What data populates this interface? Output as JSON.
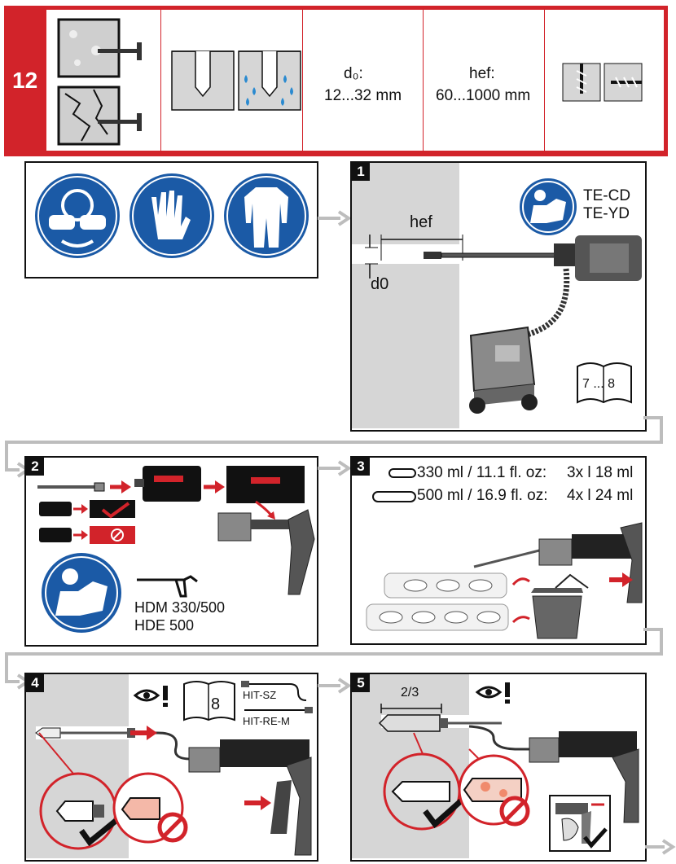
{
  "header": {
    "section_number": "12",
    "d0_label": "d₀:",
    "d0_value": "12...32 mm",
    "hef_label": "hef:",
    "hef_value": "60...1000 mm"
  },
  "step1": {
    "number": "1",
    "tools_line1": "TE-CD",
    "tools_line2": "TE-YD",
    "hef_label": "hef",
    "d0_label": "d0",
    "book_pages": "7 ... 8"
  },
  "step2": {
    "number": "2",
    "dispensers_line1": "HDM 330/500",
    "dispensers_line2": "HDE 500"
  },
  "step3": {
    "number": "3",
    "row1_size": "330 ml / 11.1 fl. oz:",
    "row1_discard": "3x l 18 ml",
    "row2_size": "500 ml / 16.9 fl. oz:",
    "row2_discard": "4x l 24 ml"
  },
  "step4": {
    "number": "4",
    "book_page": "8",
    "accessory1": "HIT-SZ",
    "accessory2": "HIT-RE-M"
  },
  "step5": {
    "number": "5",
    "fill_fraction": "2/3"
  },
  "colors": {
    "brand_red": "#d2232a",
    "safety_blue": "#1b5aa6",
    "concrete": "#d6d6d6",
    "arrow_grey": "#bdbdbd"
  }
}
